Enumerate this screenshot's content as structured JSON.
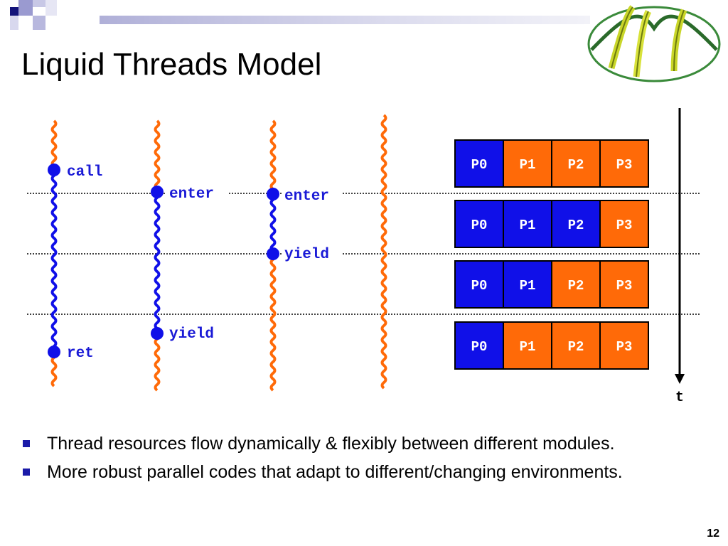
{
  "slide": {
    "title": "Liquid Threads Model",
    "page_number": "12"
  },
  "colors": {
    "blue": "#1010e8",
    "orange": "#ff6a08",
    "title_bar": "#b0b0d8"
  },
  "diagram": {
    "events": [
      {
        "thread": 0,
        "label": "call"
      },
      {
        "thread": 0,
        "label": "ret"
      },
      {
        "thread": 1,
        "label": "enter"
      },
      {
        "thread": 1,
        "label": "yield"
      },
      {
        "thread": 2,
        "label": "enter"
      },
      {
        "thread": 2,
        "label": "yield"
      }
    ],
    "processors": [
      "P0",
      "P1",
      "P2",
      "P3"
    ],
    "allocation_rows": [
      [
        "blue",
        "orange",
        "orange",
        "orange"
      ],
      [
        "blue",
        "blue",
        "blue",
        "orange"
      ],
      [
        "blue",
        "blue",
        "orange",
        "orange"
      ],
      [
        "blue",
        "orange",
        "orange",
        "orange"
      ]
    ],
    "time_label": "t"
  },
  "bullets": [
    "Thread resources flow dynamically & flexibly between different modules.",
    "More robust parallel codes that adapt to different/changing environments."
  ],
  "icons": [
    "square-pattern-icon",
    "bridge-logo-icon",
    "bullet-square-icon"
  ]
}
